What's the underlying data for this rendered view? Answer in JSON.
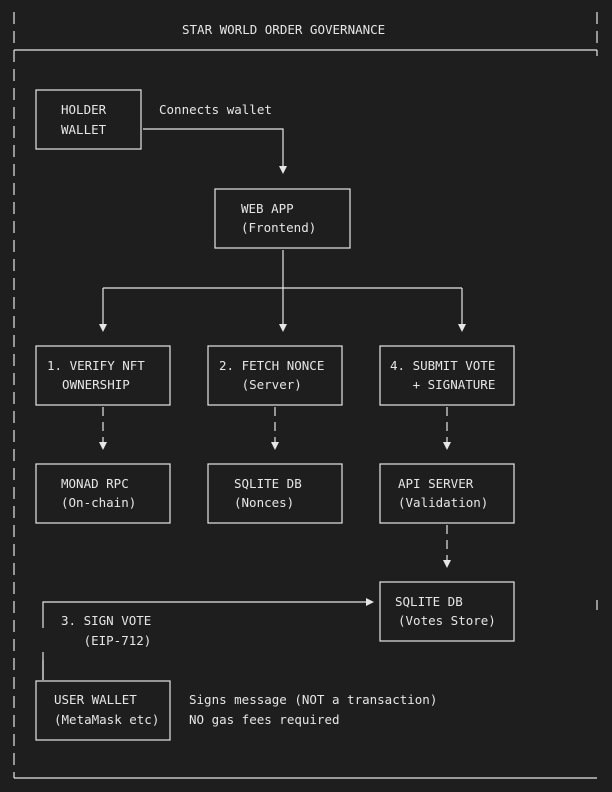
{
  "title": "STAR WORLD ORDER GOVERNANCE",
  "colors": {
    "background": "#1e1e1e",
    "line": "#e6e6e6",
    "text": "#e6e6e6"
  },
  "nodes": {
    "holder_wallet": {
      "line1": "HOLDER",
      "line2": "WALLET"
    },
    "web_app": {
      "line1": "WEB APP",
      "line2": "(Frontend)"
    },
    "verify_nft": {
      "line1": "1. VERIFY NFT",
      "line2": "  OWNERSHIP"
    },
    "fetch_nonce": {
      "line1": "2. FETCH NONCE",
      "line2": "   (Server)"
    },
    "submit_vote": {
      "line1": "4. SUBMIT VOTE",
      "line2": "   + SIGNATURE"
    },
    "monad_rpc": {
      "line1": "MONAD RPC",
      "line2": "(On-chain)"
    },
    "sqlite_nonces": {
      "line1": "SQLITE DB",
      "line2": "(Nonces)"
    },
    "api_server": {
      "line1": "API SERVER",
      "line2": "(Validation)"
    },
    "sqlite_votes": {
      "line1": "SQLITE DB",
      "line2": "(Votes Store)"
    },
    "user_wallet": {
      "line1": "USER WALLET",
      "line2": "(MetaMask etc)"
    }
  },
  "labels": {
    "connects": "Connects wallet",
    "sign_vote_1": "3. SIGN VOTE",
    "sign_vote_2": "   (EIP-712)",
    "signs_1": "Signs message (NOT a transaction)",
    "signs_2": "NO gas fees required"
  }
}
